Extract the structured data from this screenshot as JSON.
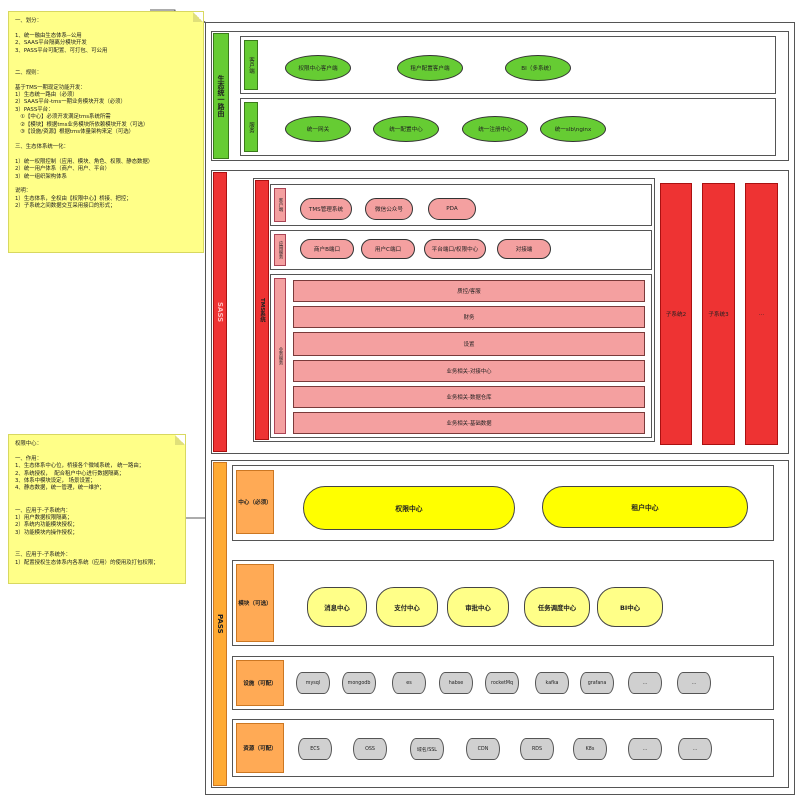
{
  "note_top": {
    "text": "一、划分：\n\n1、统一融由生态体系--公用\n2、SAAS平台隔离分模块开发\n3、PASS平台可配置、可打包、可公用\n\n\n二、规则：\n\n基于TMS一期现定功能开发：\n1）生态统一路由（必须）\n2）SAAS平台-tms一期业务模块开发（必须）\n3）PASS平台：\n   ①【中心】必须开发满足tms系统所需\n   ②【模块】根据tms业务模块所依赖模块开发（可选）\n   ③【设施/资源】根据tms体量架构来定（可选）\n\n三、生态体系统一化：\n\n1）统一权限控制（应用、模块、角色、权限、静态数据）\n2）统一用户体系（商户、用户、平台）\n3）统一组织架构体系\n\n说明：\n1）生态体系，全权由【权限中心】桥接、把控；\n2）子系统之间数据交互采用接口的形式；"
  },
  "note_bottom": {
    "text": "权限中心：\n\n一、作用：\n1、生态体系中心位，桥接各个微域系统， 统一路由；\n2、系统授权，  配合租户中心进行数据隔离；\n3、体系中模块设定， 场景设置；\n4、静态数据，统一管理，统一维护；\n\n\n一、应用于-子系统内：\n1）用户数据权限隔离；\n2）系统内功能模块授权；\n3）功能模块内操作授权；\n\n\n三、应用于-子系统外：\n1）配置授权生态体系内各系统（应用）的使用及打包权限；"
  },
  "eco": {
    "bar_label": "生态统一路由",
    "client_label": "客户端",
    "client_pills": [
      "权限中心客户端",
      "租户配置客户端",
      "BI（多系统）"
    ],
    "service_label": "服务",
    "service_pills": [
      "统一网关",
      "统一配置中心",
      "统一注册中心",
      "统一slb\\nginx"
    ]
  },
  "sass": {
    "bar_label": "SASS",
    "tms_label": "TMS系统",
    "client_label": "客户端",
    "client_pills": [
      "TMS管理系统",
      "微信公众号",
      "PDA"
    ],
    "app_label": "应用服务",
    "app_pills": [
      "商户B端口",
      "用户C端口",
      "平台端口/权限中心",
      "对接端"
    ],
    "biz_label": "业务服务",
    "biz_items": [
      "质控/客服",
      "财务",
      "设置",
      "业务相关-对接中心",
      "业务相关-数据仓库",
      "业务相关-基础数据"
    ],
    "subsystems": [
      "子系统2",
      "子系统3",
      "..."
    ]
  },
  "pass": {
    "bar_label": "PASS",
    "center_label": "中心（必须）",
    "center_items": [
      "权限中心",
      "租户中心"
    ],
    "module_label": "模块（可选）",
    "module_items": [
      "消息中心",
      "支付中心",
      "审批中心",
      "任务调度中心",
      "BI中心"
    ],
    "infra_label": "设施（可配）",
    "infra_items": [
      "mysql",
      "mongodb",
      "es",
      "habse",
      "rocketMq",
      "kafka",
      "grafana",
      "...",
      "..."
    ],
    "resource_label": "资源（可配）",
    "resource_items": [
      "ECS",
      "OSS",
      "域名/SSL",
      "CDN",
      "RDS",
      "K8s",
      "...",
      "..."
    ]
  },
  "colors": {
    "green": "#66cc33",
    "red": "#ee3333",
    "pink": "#f4a0a0",
    "yellow": "#ffff00",
    "orange": "#ffaa55"
  }
}
